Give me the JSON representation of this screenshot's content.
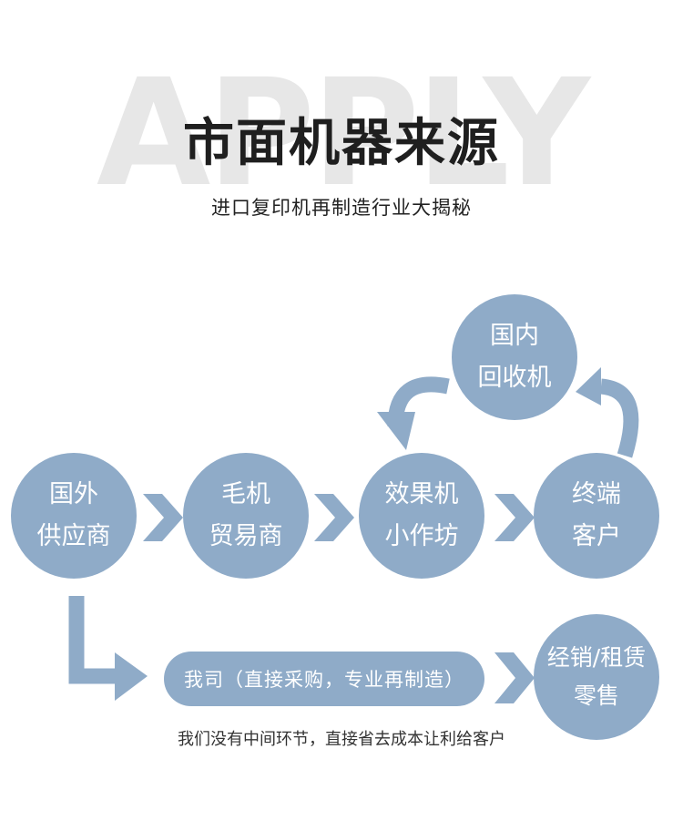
{
  "header": {
    "background_word": "APPLY",
    "title": "市面机器来源",
    "subtitle": "进口复印机再制造行业大揭秘"
  },
  "nodes": {
    "foreign_supplier": [
      "国外",
      "供应商"
    ],
    "raw_machine_trader": [
      "毛机",
      "贸易商"
    ],
    "refurb_workshop": [
      "效果机",
      "小作坊"
    ],
    "end_customer": [
      "终端",
      "客户"
    ],
    "domestic_recycler": [
      "国内",
      "回收机"
    ],
    "distribution": [
      "经销/租赁",
      "零售"
    ]
  },
  "our_company": "我司（直接采购，专业再制造）",
  "footnote": "我们没有中间环节，直接省去成本让利给客户",
  "colors": {
    "node_fill": "#8fabc8",
    "text_on_node": "#ffffff",
    "background_word": "#e7e7e7"
  }
}
